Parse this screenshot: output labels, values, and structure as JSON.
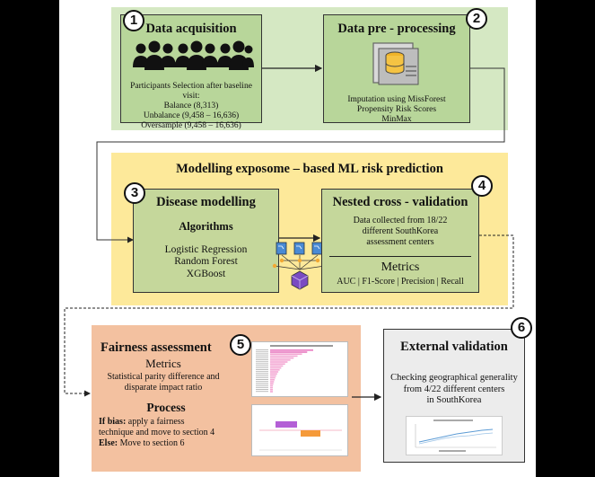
{
  "step1": {
    "number": "1",
    "title": "Data acquisition",
    "icon": "people-group-icon",
    "lines": [
      "Participants Selection after baseline visit:",
      "Balance (8,313)",
      "Unbalance (9,458 – 16,636)",
      "Oversample (9,458 – 16,636)"
    ]
  },
  "step2": {
    "number": "2",
    "title": "Data pre - processing",
    "icon": "database-document-icon",
    "lines": [
      "Imputation using MissForest",
      "Propensity Risk Scores",
      "MinMax"
    ]
  },
  "modelling_header": "Modelling exposome – based ML risk prediction",
  "step3": {
    "number": "3",
    "title": "Disease modelling",
    "subtitle": "Algorithms",
    "lines": [
      "Logistic Regression",
      "Random Forest",
      "XGBoost"
    ]
  },
  "step4": {
    "number": "4",
    "title": "Nested cross - validation",
    "lines": [
      "Data collected from 18/22",
      "different SouthKorea",
      "assessment centers"
    ],
    "metrics_title": "Metrics",
    "metrics": "AUC | F1-Score | Precision | Recall"
  },
  "step5": {
    "number": "5",
    "title": "Fairness assessment",
    "metrics_title": "Metrics",
    "metrics_lines": [
      "Statistical parity difference and",
      "disparate impact ratio"
    ],
    "process_title": "Process",
    "process_if_label": "If bias:",
    "process_if_text": " apply a fairness",
    "process_if_text2": "technique and move to section 4",
    "process_else_label": "Else:",
    "process_else_text": " Move to section 6"
  },
  "step6": {
    "number": "6",
    "title": "External validation",
    "lines": [
      "Checking geographical generality",
      "from 4/22 different centers",
      "in SouthKorea"
    ]
  },
  "colors": {
    "green_panel": "#d5e8c3",
    "green_box": "#b8d69a",
    "yellow_panel": "#fde99a",
    "yellow_box": "#c5d79b",
    "orange_panel": "#f3c1a0",
    "grey_box": "#ececec",
    "bar_accent": "#e879c0",
    "bar_accent_2": "#b45fd6",
    "bar_accent_3": "#f59a3a",
    "line_accent": "#5b9bd5"
  }
}
